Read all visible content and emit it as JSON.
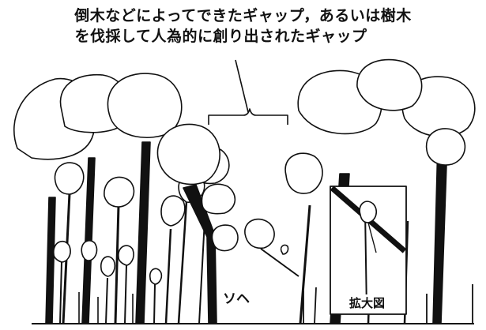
{
  "caption": {
    "line1": "倒木などによってできたギャップ，あるいは樹木",
    "line2": "を伐採して人為的に創り出されたギャップ"
  },
  "labels": {
    "sohe": "ソヘ",
    "zoom": "拡大図"
  },
  "colors": {
    "ink": "#111111",
    "paper": "#ffffff"
  }
}
